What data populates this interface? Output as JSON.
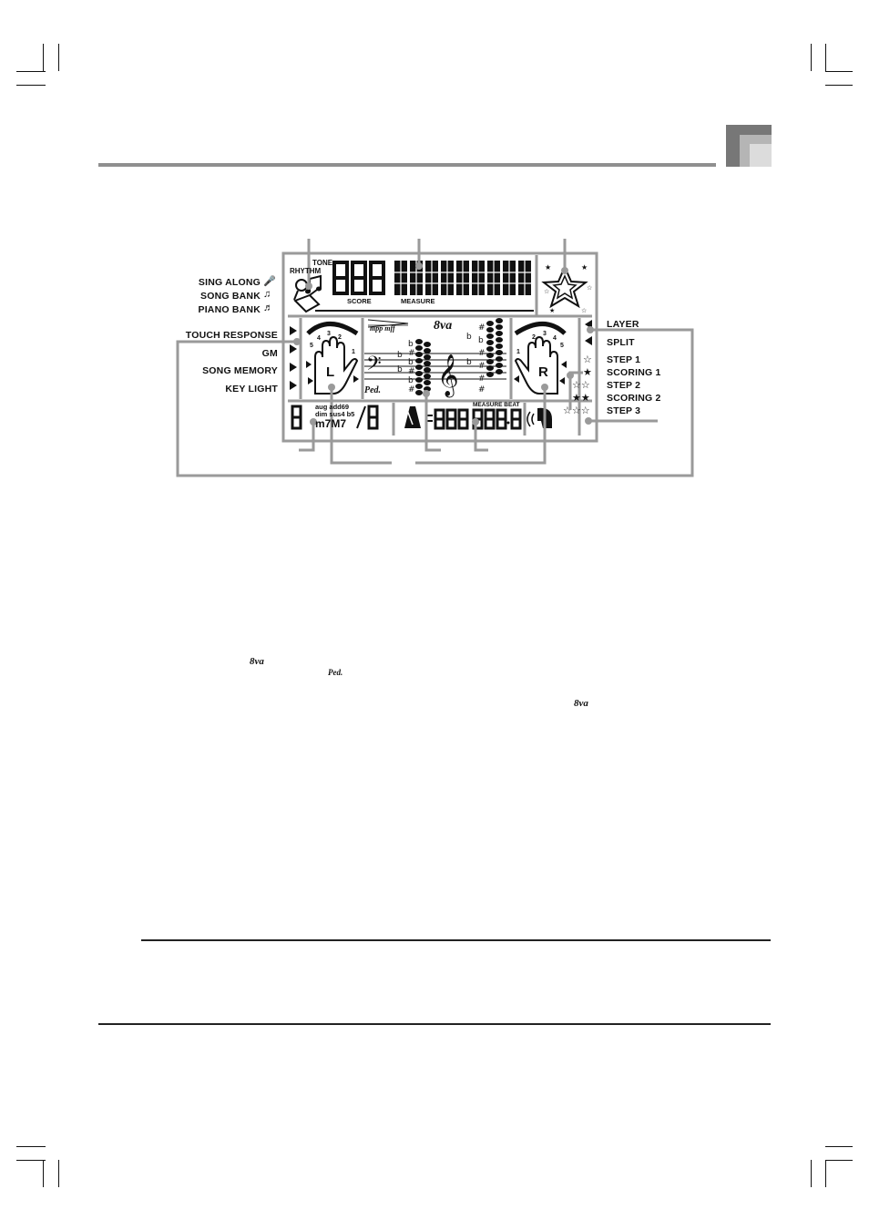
{
  "left_labels": {
    "sing_along": "SING ALONG",
    "song_bank": "SONG BANK",
    "piano_bank": "PIANO BANK",
    "touch_response": "TOUCH RESPONSE",
    "gm": "GM",
    "song_memory": "SONG MEMORY",
    "key_light": "KEY LIGHT"
  },
  "right_labels": {
    "layer": "LAYER",
    "split": "SPLIT",
    "step1": "STEP 1",
    "scoring1": "SCORING 1",
    "step2": "STEP 2",
    "scoring2": "SCORING 2",
    "step3": "STEP 3"
  },
  "display": {
    "tone": "TONE",
    "rhythm": "RHYTHM",
    "digits": "888",
    "score": "SCORE",
    "measure": "MEASURE",
    "dynamics": "mpp mff",
    "octave": "8va",
    "pedal": "Ped.",
    "left_hand": "L",
    "right_hand": "R",
    "finger_1": "1",
    "finger_2": "2",
    "finger_3": "3",
    "finger_4": "4",
    "finger_5": "5",
    "chord_top": "aug add69",
    "chord_mid": "dim sus4 b5",
    "chord_bottom": "m7M7",
    "chord_digit": "8",
    "tempo_digits": "888",
    "measure_digits": "888",
    "beat_digit": "8",
    "measure_beat": "MEASURE BEAT"
  },
  "body_text": {
    "octave_inline_1": "8va",
    "pedal_inline": "Ped.",
    "octave_inline_2": "8va"
  },
  "colors": {
    "callout_line": "#9a9a9a",
    "header_rule": "#8f8f8f",
    "tab_dark": "#777777",
    "tab_mid": "#b5b5b5",
    "tab_light": "#dcdcdc"
  }
}
